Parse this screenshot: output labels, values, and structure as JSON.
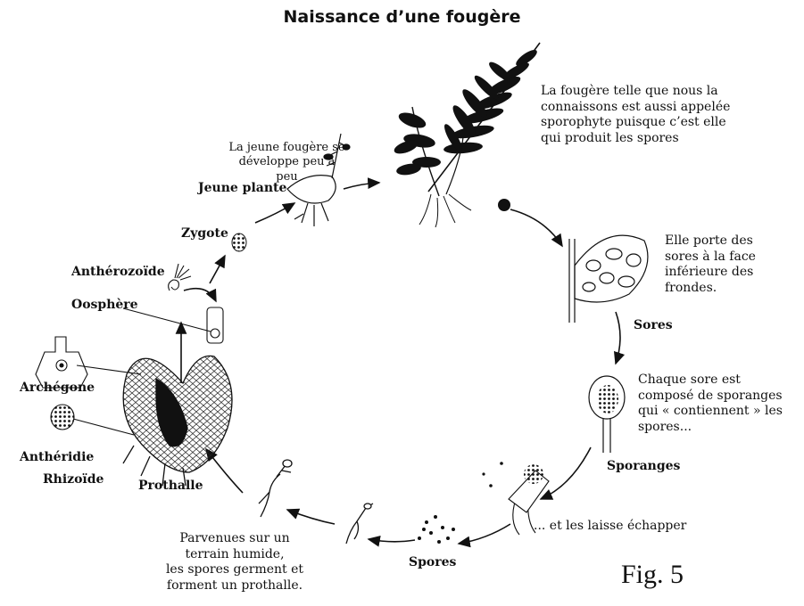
{
  "title": "Naissance d’une fougère",
  "figure_label": "Fig. 5",
  "descriptions": {
    "sporophyte": "La fougère telle que nous la\nconnaissons est aussi appelée\nsporophyte puisque c’est elle\nqui produit les spores",
    "sores": "Elle porte des\nsores à la face\ninférieure des\nfrondes.",
    "sporanges": "Chaque sore est\ncomposé de sporanges\nqui « contiennent » les\nspores...",
    "liberation": "... et les laisse échapper",
    "germination": "Parvenues sur un\nterrain humide,\nles spores germent et\nforment un prothalle.",
    "jeune": "La jeune fougère se\ndéveloppe peu à peu"
  },
  "labels": {
    "sores": "Sores",
    "sporanges": "Sporanges",
    "spores": "Spores",
    "prothalle": "Prothalle",
    "rhizoide": "Rhizoïde",
    "antheridie": "Anthéridie",
    "archegone": "Archégone",
    "oosphere": "Oosphère",
    "antherozoide": "Anthérozoïde",
    "zygote": "Zygote",
    "jeune_plante": "Jeune plante"
  }
}
